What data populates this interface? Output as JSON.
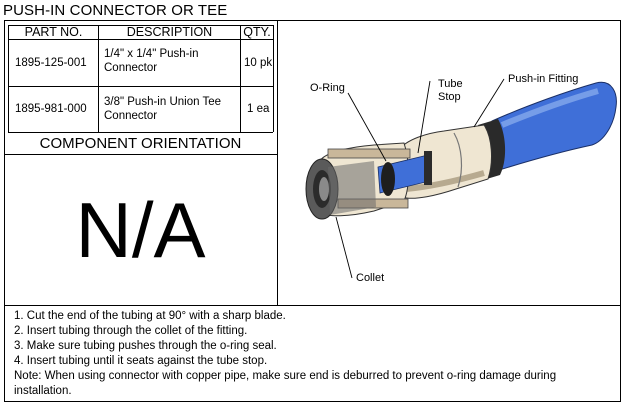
{
  "title": "PUSH-IN CONNECTOR OR TEE",
  "table": {
    "headers": {
      "part_no": "PART NO.",
      "description": "DESCRIPTION",
      "qty": "QTY."
    },
    "rows": [
      {
        "part_no": "1895-125-001",
        "description": "1/4\" x 1/4\" Push-in Connector",
        "qty": "10 pk"
      },
      {
        "part_no": "1895-981-000",
        "description": "3/8\" Push-in Union Tee Connector",
        "qty": "1 ea"
      }
    ]
  },
  "orientation": {
    "heading": "COMPONENT ORIENTATION",
    "value": "N/A"
  },
  "diagram": {
    "labels": {
      "o_ring": "O-Ring",
      "tube_stop_1": "Tube",
      "tube_stop_2": "Stop",
      "push_in_fitting": "Push-in Fitting",
      "collet": "Collet"
    },
    "colors": {
      "tube": "#3f6fd8",
      "body": "#efe6d2",
      "collet": "#5a5a5a",
      "cutaway": "#c9b79a"
    }
  },
  "instructions": [
    "1. Cut the end of the tubing at 90° with a sharp blade.",
    "2. Insert tubing through the collet of the fitting.",
    "3. Make sure tubing pushes through the o-ring seal.",
    "4. Insert tubing until it seats against the tube stop.",
    "Note: When using connector with copper pipe, make sure end is deburred to prevent o-ring damage during installation."
  ]
}
